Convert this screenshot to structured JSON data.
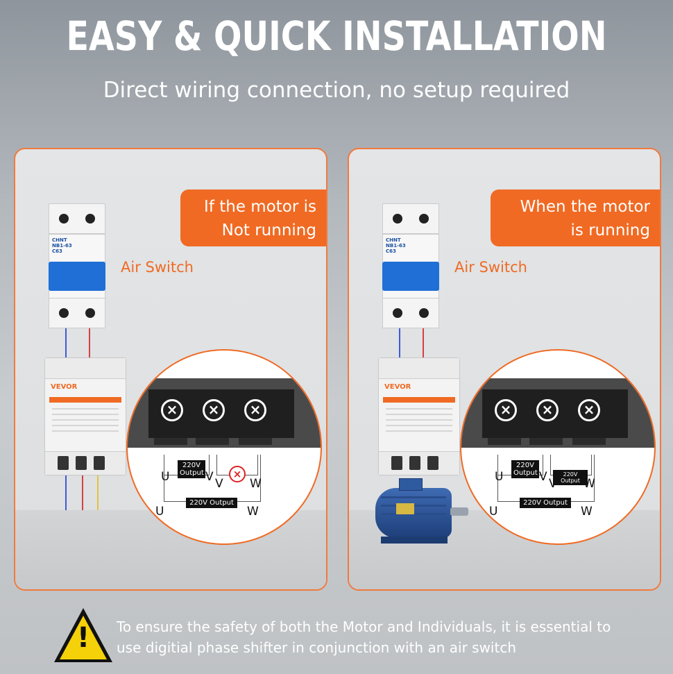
{
  "header": {
    "title": "EASY & QUICK INSTALLATION",
    "subtitle": "Direct wiring connection, no setup required"
  },
  "panels": [
    {
      "badge_line1": "If the motor is",
      "badge_line2": "Not running",
      "air_switch_label": "Air Switch",
      "breaker_brand": "CHNT",
      "breaker_model": "NB1-63",
      "breaker_rating": "C63",
      "shifter_brand": "VEVOR",
      "terminals": [
        "U",
        "V",
        "W"
      ],
      "output_tag_top": "220V Output",
      "output_tag_bottom": "220V Output",
      "wire_labels": [
        "U",
        "V",
        "V",
        "W",
        "U",
        "W"
      ]
    },
    {
      "badge_line1": "When the motor",
      "badge_line2": "is running",
      "air_switch_label": "Air Switch",
      "breaker_brand": "CHNT",
      "breaker_model": "NB1-63",
      "breaker_rating": "C63",
      "shifter_brand": "VEVOR",
      "terminals": [
        "U",
        "V",
        "W"
      ],
      "output_tag_top": "220V Output",
      "output_tag_mid": "220V Output",
      "output_tag_bottom": "220V Output",
      "wire_labels": [
        "U",
        "V",
        "V",
        "W",
        "U",
        "W"
      ]
    }
  ],
  "warning": {
    "icon": "warning-triangle-icon",
    "line1": "To ensure the safety of both the Motor and Individuals, it is essential to",
    "line2": "use digitial phase shifter in conjunction with an air switch"
  },
  "colors": {
    "accent": "#f06a23",
    "breaker_blue": "#1f6fd6",
    "warning_yellow": "#f5d10a"
  }
}
